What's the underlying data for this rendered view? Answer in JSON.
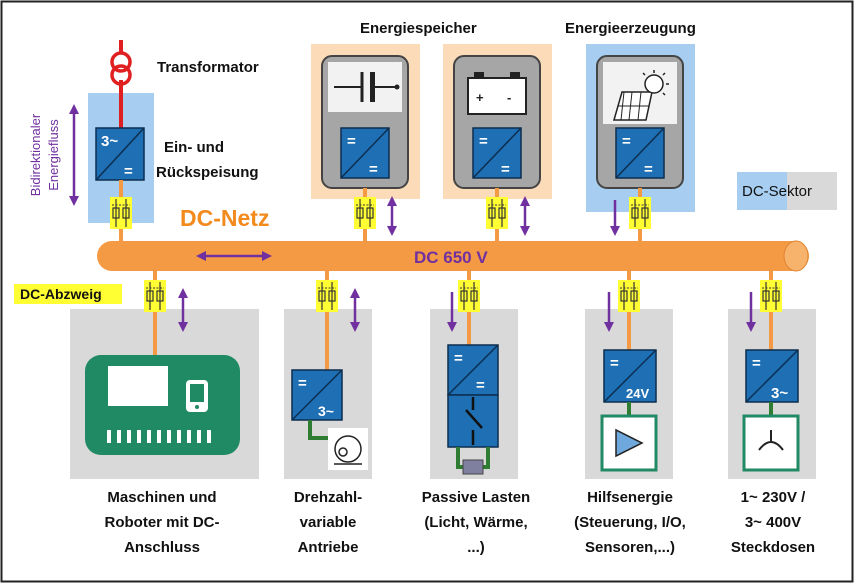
{
  "labels": {
    "transformer": "Transformator",
    "feed_line1": "Ein- und",
    "feed_line2": "Rückspeisung",
    "bidir_line1": "Bidirektionaler",
    "bidir_line2": "Energiefluss",
    "storage_title": "Energiespeicher",
    "generation_title": "Energieerzeugung",
    "dc_grid": "DC-Netz",
    "dc_voltage": "DC 650 V",
    "dc_branch": "DC-Abzweig",
    "legend_dc": "DC-",
    "legend_sektor": "Sektor",
    "battery_plus": "+",
    "battery_minus": "-"
  },
  "converter_labels": {
    "three_phase": "3~",
    "dc": "=",
    "v24": "24V"
  },
  "loads": [
    {
      "line1": "Maschinen und",
      "line2": "Roboter mit DC-",
      "line3": "Anschluss"
    },
    {
      "line1": "Drehzahl-",
      "line2": "variable",
      "line3": "Antriebe"
    },
    {
      "line1": "Passive Lasten",
      "line2": "(Licht, Wärme,",
      "line3": "...)"
    },
    {
      "line1": "Hilfsenergie",
      "line2": "(Steuerung, I/O,",
      "line3": "Sensoren,...)"
    },
    {
      "line1": "1~ 230V /",
      "line2": "3~ 400V",
      "line3": "Steckdosen"
    }
  ],
  "colors": {
    "bus": "#f59a44",
    "bus_text": "#7030a0",
    "grid_title": "#f28a1e",
    "arrow": "#7030a0",
    "converter": "#1f6fb4",
    "feeder_bg": "#a7cdf0",
    "storage_bg": "#fcdcb8",
    "gray_bg": "#d9d9d9",
    "fuse": "#ffff33",
    "transformer": "#e02020",
    "machine": "#1f8a64",
    "teal_frame": "#1f8a64"
  }
}
